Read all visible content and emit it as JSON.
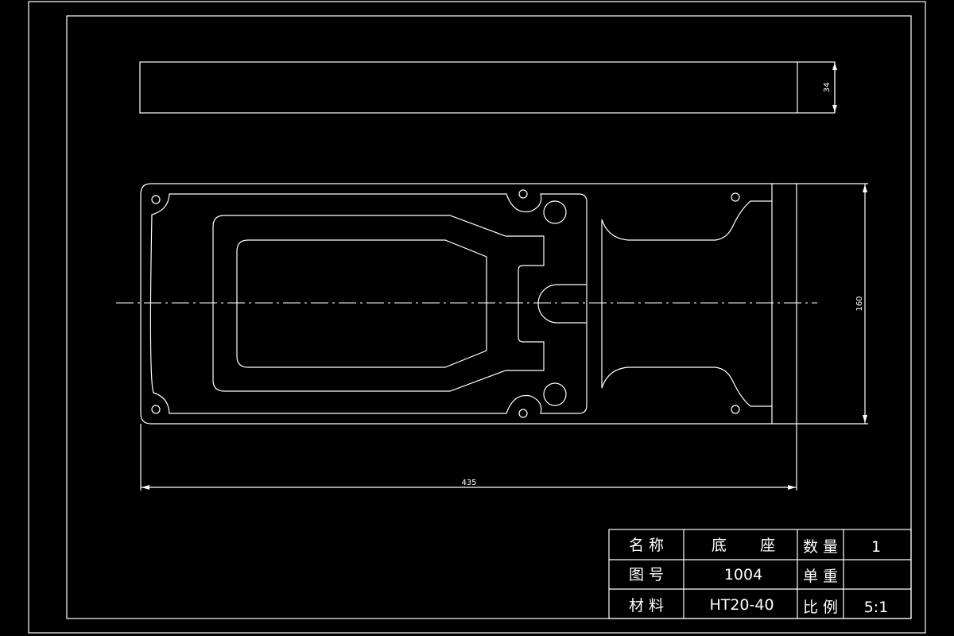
{
  "dimensions": {
    "length": "435",
    "height": "160",
    "thickness": "34"
  },
  "title_block": {
    "name_label": "名 称",
    "name_value": "底       座",
    "qty_label": "数 量",
    "qty_value": "1",
    "drawing_no_label": "图 号",
    "drawing_no_value": "1004",
    "unit_weight_label": "单 重",
    "unit_weight_value": "",
    "material_label": "材 料",
    "material_value": "HT20-40",
    "scale_label": "比 例",
    "scale_value": "5:1"
  }
}
